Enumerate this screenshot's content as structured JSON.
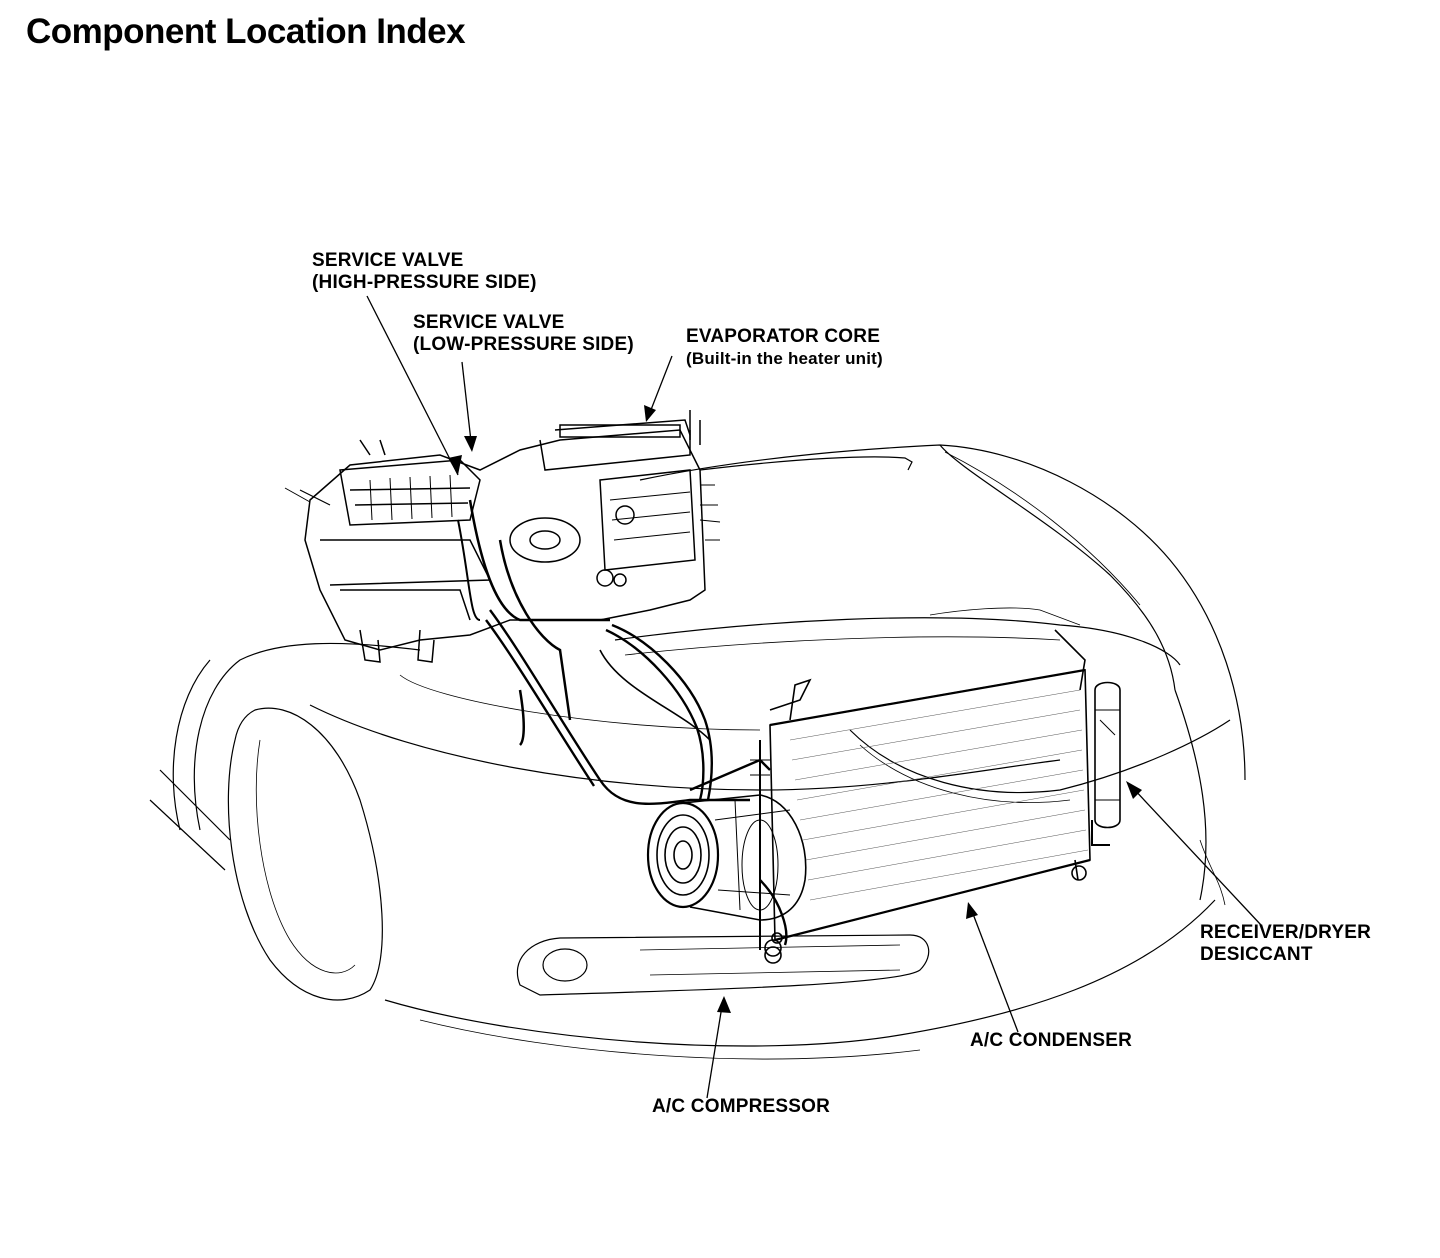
{
  "page": {
    "title": "Component Location Index"
  },
  "callouts": {
    "service_valve_high": {
      "line1": "SERVICE VALVE",
      "line2": "(HIGH-PRESSURE SIDE)"
    },
    "service_valve_low": {
      "line1": "SERVICE VALVE",
      "line2": "(LOW-PRESSURE SIDE)"
    },
    "evaporator_core": {
      "line1": "EVAPORATOR CORE",
      "line2": "(Built-in the heater unit)"
    },
    "receiver_dryer": {
      "line1": "RECEIVER/DRYER",
      "line2": "DESICCANT"
    },
    "condenser": {
      "line1": "A/C CONDENSER"
    },
    "compressor": {
      "line1": "A/C COMPRESSOR"
    }
  }
}
